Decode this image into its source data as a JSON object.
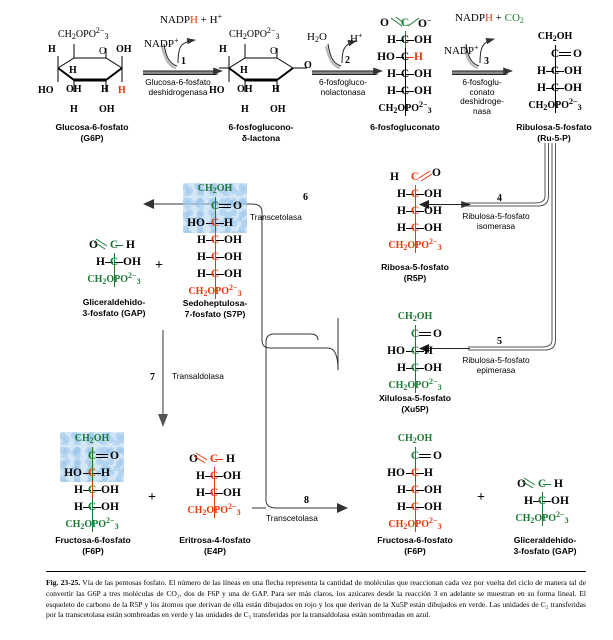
{
  "figure": {
    "id": "Fig. 23-25.",
    "title": "Vía de las pentosas fosfato.",
    "caption": "El número de las líneas en una flecha representa la cantidad de moléculas que reaccionan cada vez por vuelta del ciclo de manera tal de convertir las G6P a tres moléculas de CO₂, dos de F6P y una de GAP. Para ser más claros, los azúcares desde la reacción 3 en adelante se muestran en su forma lineal. El esqueleto de carbono de la R5P y los átomos que derivan de ella están dibujados en rojo y los que derivan de la Xu5P están dibujados en verde. Las unidades de C₂ transferidas por la transcetolasa están sombreadas en verde y las unidades de C₃ transferidas por la transaldolasa están sombreadas en azul."
  },
  "colors": {
    "red": "#E8380D",
    "green": "#1B7A34",
    "blue_shade": "#B0D3F0",
    "green_shade": "#96D7A0",
    "black": "#000000"
  },
  "metabolites": {
    "g6p": {
      "name": "Glucosa-6-fosfato",
      "abbr": "(G6P)"
    },
    "lactona": {
      "name": "6-fosfoglucono-",
      "name2": "δ-lactona"
    },
    "gluconato": {
      "name": "6-fosfogluconato"
    },
    "ru5p": {
      "name": "Ribulosa-5-fosfato",
      "abbr": "(Ru-5-P)"
    },
    "r5p": {
      "name": "Ribosa-5-fosfato",
      "abbr": "(R5P)"
    },
    "xu5p": {
      "name": "Xilulosa-5-fosfato",
      "abbr": "(Xu5P)"
    },
    "s7p": {
      "name": "Sedoheptulosa-",
      "name2": "7-fosfato (S7P)"
    },
    "gap_left": {
      "name": "Gliceraldehido-",
      "name2": "3-fosfato (GAP)"
    },
    "f6p_left": {
      "name": "Fructosa-6-fosfato",
      "abbr": "(F6P)"
    },
    "e4p": {
      "name": "Eritrosa-4-fosfato",
      "abbr": "(E4P)"
    },
    "f6p_right": {
      "name": "Fructosa-6-fosfato",
      "abbr": "(F6P)"
    },
    "gap_right": {
      "name": "Gliceraldehido-",
      "name2": "3-fosfato (GAP)"
    }
  },
  "reactions": [
    {
      "num": "1",
      "enzyme_l1": "Glucosa-6-fosfato",
      "enzyme_l2": "deshidrogenasa"
    },
    {
      "num": "2",
      "enzyme_l1": "6-fosfogluco-",
      "enzyme_l2": "nolactonasa"
    },
    {
      "num": "3",
      "enzyme_l1": "6-fosfoglu-",
      "enzyme_l2": "conato",
      "enzyme_l3": "deshidroge-",
      "enzyme_l4": "nasa"
    },
    {
      "num": "4",
      "enzyme_l1": "Ribulosa-5-fosfato",
      "enzyme_l2": "isomerasa"
    },
    {
      "num": "5",
      "enzyme_l1": "Ribulosa-5-fosfato",
      "enzyme_l2": "epimerasa"
    },
    {
      "num": "6",
      "enzyme_l1": "Transcetolasa"
    },
    {
      "num": "7",
      "enzyme_l1": "Transaldolasa"
    },
    {
      "num": "8",
      "enzyme_l1": "Transcetolasa"
    }
  ],
  "cofactors": {
    "nadp_in_1": "NADP",
    "nadph_out_1": "NADPH + H",
    "h2o_in_2": "H O",
    "h_out_2": "H",
    "nadp_in_3": "NADP",
    "nadph_co2_out_3": "NADPH + CO"
  },
  "formulas": {
    "ch2opo3": "CH OPO",
    "ch2oh": "CH OH",
    "oh": "OH",
    "ho": "HO",
    "h": "H",
    "o": "O",
    "c": "C",
    "plus": "+"
  },
  "chart_data": {
    "type": "diagram",
    "title": "Vía de las pentosas fosfato",
    "nodes": [
      "Glucosa-6-fosfato (G6P)",
      "6-fosfoglucono-δ-lactona",
      "6-fosfogluconato",
      "Ribulosa-5-fosfato (Ru-5-P)",
      "Ribosa-5-fosfato (R5P)",
      "Xilulosa-5-fosfato (Xu5P)",
      "Sedoheptulosa-7-fosfato (S7P)",
      "Gliceraldehido-3-fosfato (GAP)",
      "Fructosa-6-fosfato (F6P)",
      "Eritrosa-4-fosfato (E4P)"
    ],
    "edges": [
      {
        "from": "G6P",
        "to": "6-fosfoglucono-δ-lactona",
        "step": 1,
        "enzyme": "Glucosa-6-fosfato deshidrogenasa"
      },
      {
        "from": "6-fosfoglucono-δ-lactona",
        "to": "6-fosfogluconato",
        "step": 2,
        "enzyme": "6-fosfogluconolactonasa"
      },
      {
        "from": "6-fosfogluconato",
        "to": "Ru-5-P",
        "step": 3,
        "enzyme": "6-fosfogluconato deshidrogenasa"
      },
      {
        "from": "Ru-5-P",
        "to": "R5P",
        "step": 4,
        "enzyme": "Ribulosa-5-fosfato isomerasa"
      },
      {
        "from": "Ru-5-P",
        "to": "Xu5P",
        "step": 5,
        "enzyme": "Ribulosa-5-fosfato epimerasa"
      },
      {
        "from": "R5P + Xu5P",
        "to": "S7P + GAP",
        "step": 6,
        "enzyme": "Transcetolasa"
      },
      {
        "from": "S7P + GAP",
        "to": "F6P + E4P",
        "step": 7,
        "enzyme": "Transaldolasa"
      },
      {
        "from": "E4P + Xu5P",
        "to": "F6P + GAP",
        "step": 8,
        "enzyme": "Transcetolasa"
      }
    ]
  }
}
